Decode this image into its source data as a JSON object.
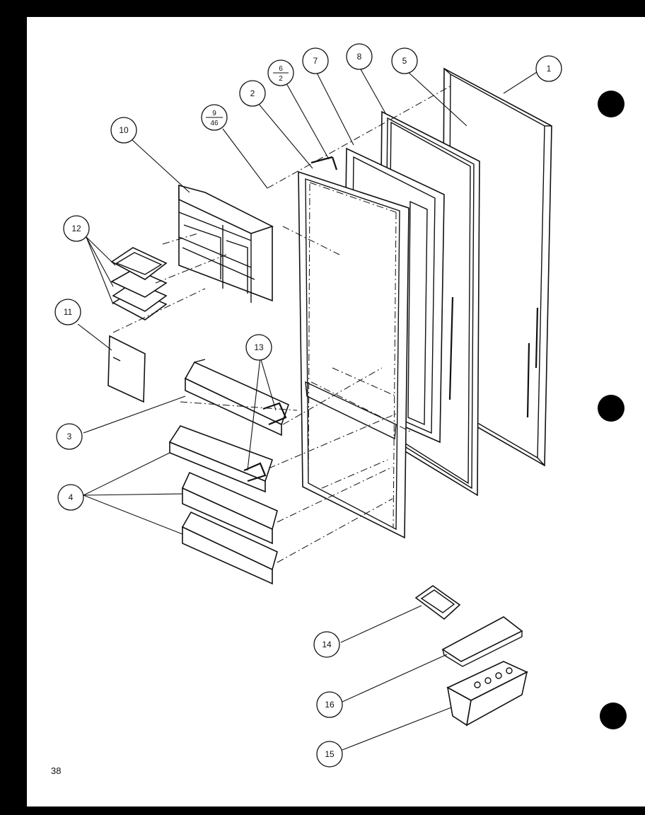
{
  "page_number": "38",
  "colors": {
    "ink": "#111111",
    "paper": "#ffffff",
    "scan_border": "#000000"
  },
  "callouts": {
    "c1": "1",
    "c2": "2",
    "c3": "3",
    "c4": "4",
    "c5": "5",
    "c6_top": "6",
    "c6_bottom": "2",
    "c7": "7",
    "c8": "8",
    "c9_top": "9",
    "c9_bottom": "46",
    "c10": "10",
    "c11": "11",
    "c12": "12",
    "c13": "13",
    "c14": "14",
    "c15": "15",
    "c16": "16"
  }
}
